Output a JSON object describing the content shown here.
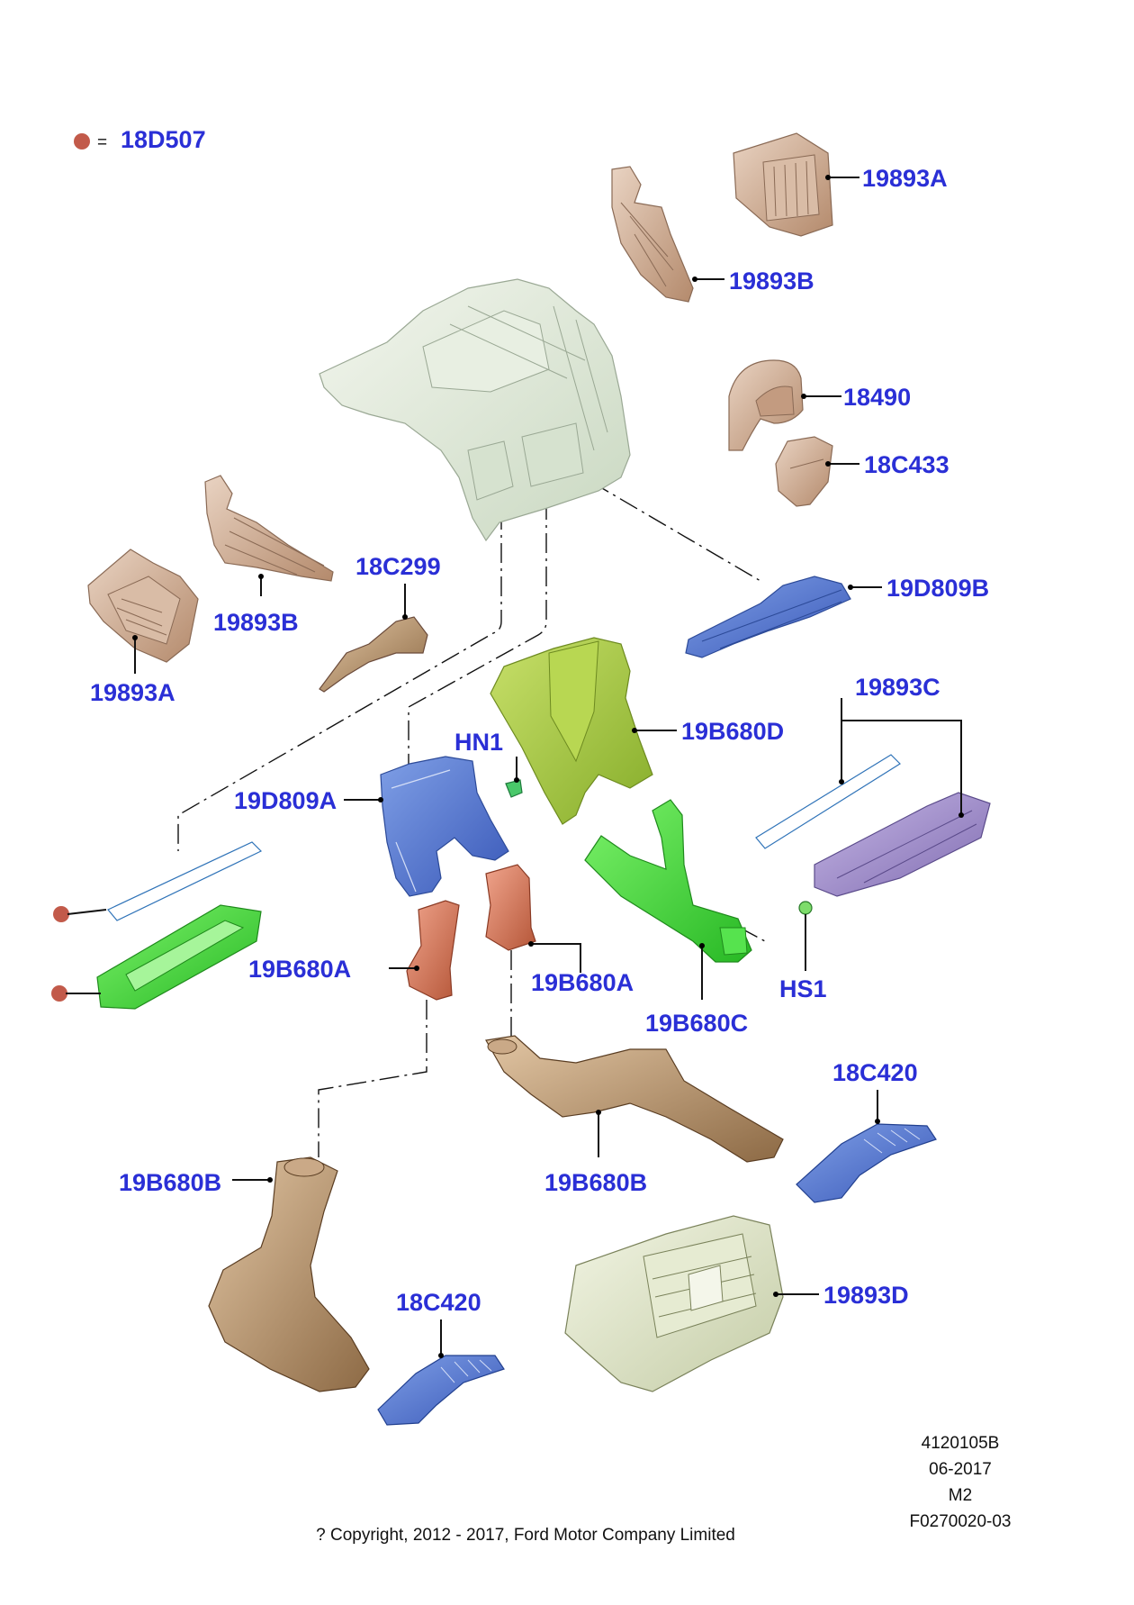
{
  "legend": {
    "symbol_color": "#c25a4a",
    "equals": "=",
    "code": "18D507"
  },
  "labels": {
    "l_19893A_top": "19893A",
    "l_19893B_top": "19893B",
    "l_18490": "18490",
    "l_18C433": "18C433",
    "l_18C299": "18C299",
    "l_19893B_left": "19893B",
    "l_19893A_left": "19893A",
    "l_19D809B": "19D809B",
    "l_19893C": "19893C",
    "l_HN1": "HN1",
    "l_19B680D": "19B680D",
    "l_19D809A": "19D809A",
    "l_19B680A_left": "19B680A",
    "l_19B680A_right": "19B680A",
    "l_HS1": "HS1",
    "l_19B680C": "19B680C",
    "l_18C420_right": "18C420",
    "l_19B680B_mid": "19B680B",
    "l_19B680B_left": "19B680B",
    "l_18C420_bottom": "18C420",
    "l_19893D": "19893D"
  },
  "footer": {
    "line1": "4120105B",
    "line2": "06-2017",
    "line3": "M2",
    "line4": "F0270020-03",
    "copyright": "? Copyright, 2012 - 2017, Ford Motor Company Limited"
  },
  "colors": {
    "callout_text": "#2a2fd6",
    "copper": "#c9a58c",
    "frame": "#dfe8d6",
    "blue": "#4f78d2",
    "green_light": "#9cc43a",
    "green_bright": "#3fd63a",
    "salmon": "#d0735a",
    "bronze": "#a8835e",
    "purple": "#9a86c6",
    "vent": "#dde3c7"
  }
}
